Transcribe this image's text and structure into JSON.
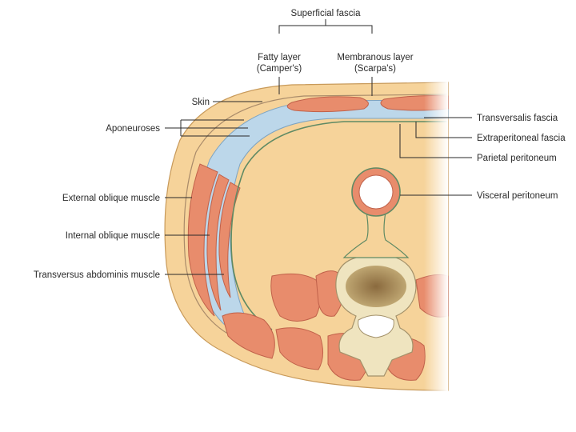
{
  "labels": {
    "superficial_fascia": "Superficial fascia",
    "fatty_layer_1": "Fatty layer",
    "fatty_layer_2": "(Camper's)",
    "membranous_layer_1": "Membranous layer",
    "membranous_layer_2": "(Scarpa's)",
    "skin": "Skin",
    "aponeuroses": "Aponeuroses",
    "external_oblique": "External oblique muscle",
    "internal_oblique": "Internal oblique muscle",
    "transversus": "Transversus abdominis muscle",
    "transversalis_fascia": "Transversalis fascia",
    "extraperitoneal_fascia": "Extraperitoneal fascia",
    "parietal_peritoneum": "Parietal peritoneum",
    "visceral_peritoneum": "Visceral peritoneum"
  },
  "colors": {
    "fat": "#f6d39a",
    "muscle": "#e88c6c",
    "muscle_dark": "#c0614a",
    "fascia": "#bcd7ea",
    "bone": "#efe4bf",
    "peritoneum": "#5f8a64"
  }
}
